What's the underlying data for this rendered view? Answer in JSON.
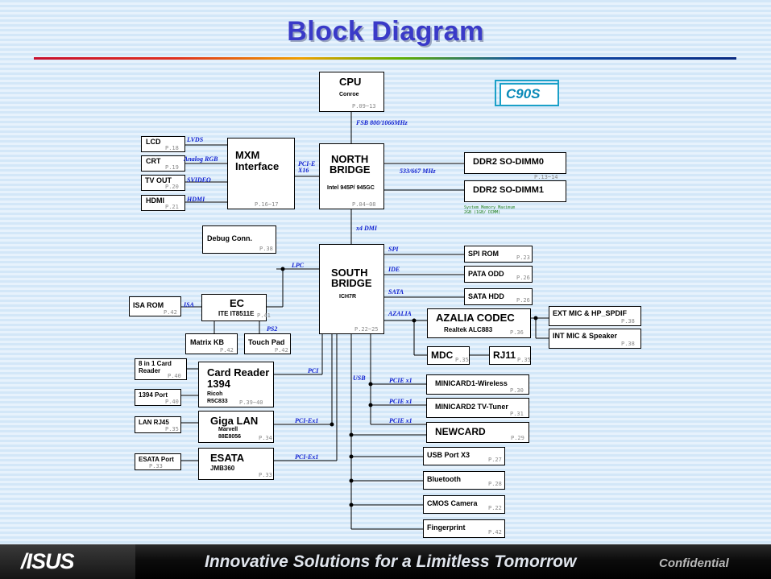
{
  "title": "Block Diagram",
  "model": "C90S",
  "footer": {
    "logo": "/ISUS",
    "slogan": "Innovative Solutions for a Limitless Tomorrow",
    "confidential": "Confidential"
  },
  "blocks": {
    "cpu": {
      "name": "CPU",
      "sub": "Conroe",
      "page": "P.09~13"
    },
    "northbridge": {
      "name1": "NORTH",
      "name2": "BRIDGE",
      "sub": "Intel 945P/ 945GC",
      "page": "P.04~08"
    },
    "southbridge": {
      "name1": "SOUTH",
      "name2": "BRIDGE",
      "sub": "ICH7R",
      "page": "P.22~25"
    },
    "mxm": {
      "name1": "MXM",
      "name2": "Interface",
      "page": "P.16~17"
    },
    "lcd": {
      "name": "LCD",
      "page": "P.18"
    },
    "crt": {
      "name": "CRT",
      "page": "P.19"
    },
    "tvout": {
      "name": "TV OUT",
      "page": "P.20"
    },
    "hdmi": {
      "name": "HDMI",
      "page": "P.21"
    },
    "dimm0": {
      "name": "DDR2 SO-DIMM0",
      "page": "P.13~14"
    },
    "dimm1": {
      "name": "DDR2 SO-DIMM1"
    },
    "debug": {
      "name": "Debug Conn.",
      "page": "P.38"
    },
    "ec": {
      "name": "EC",
      "sub": "ITE IT8511E",
      "page": "P.41"
    },
    "isarom": {
      "name": "ISA ROM",
      "page": "P.42"
    },
    "matrixkb": {
      "name": "Matrix KB",
      "page": "P.42"
    },
    "touchpad": {
      "name": "Touch Pad",
      "page": "P.42"
    },
    "spirom": {
      "name": "SPI ROM",
      "page": "P.23"
    },
    "pataodd": {
      "name": "PATA ODD",
      "page": "P.26"
    },
    "satahdd": {
      "name": "SATA HDD",
      "page": "P.26"
    },
    "azalia": {
      "name": "AZALIA CODEC",
      "sub": "Realtek ALC883",
      "page": "P.36"
    },
    "extmic": {
      "name": "EXT MIC & HP_SPDIF",
      "page": "P.38"
    },
    "intmic": {
      "name": "INT MIC & Speaker",
      "page": "P.38"
    },
    "mdc": {
      "name": "MDC",
      "page": "P.35"
    },
    "rj11": {
      "name": "RJ11",
      "page": "P.35"
    },
    "cardrdr8": {
      "name1": "8 in 1 Card",
      "name2": "Reader",
      "page": "P.40"
    },
    "cardreader": {
      "name1": "Card Reader",
      "name2": "1394",
      "sub1": "Ricoh",
      "sub2": "R5C833",
      "page": "P.39~40"
    },
    "port1394": {
      "name": "1394 Port",
      "page": "P.40"
    },
    "lanrj45": {
      "name": "LAN RJ45",
      "page": "P.35"
    },
    "gigalan": {
      "name": "Giga LAN",
      "sub1": "Marvell",
      "sub2": "88E8056",
      "page": "P.34"
    },
    "esataport": {
      "name": "ESATA Port",
      "page": "P.33"
    },
    "esata": {
      "name": "ESATA",
      "sub": "JMB360",
      "page": "P.33"
    },
    "minicard1": {
      "name": "MINICARD1-Wireless",
      "page": "P.30"
    },
    "minicard2": {
      "name": "MINICARD2 TV-Tuner",
      "page": "P.31"
    },
    "newcard": {
      "name": "NEWCARD",
      "page": "P.29"
    },
    "usbport": {
      "name": "USB Port X3",
      "page": "P.27"
    },
    "bluetooth": {
      "name": "Bluetooth",
      "page": "P.28"
    },
    "cmos": {
      "name": "CMOS Camera",
      "page": "P.22"
    },
    "fingerprint": {
      "name": "Fingerprint",
      "page": "P.42"
    }
  },
  "buses": {
    "fsb": "FSB 800/1066MHz",
    "mem": "533/667 MHz",
    "dmi": "x4 DMI",
    "pcie_x16_1": "PCI-E",
    "pcie_x16_2": "X16",
    "lvds": "LVDS",
    "analog_rgb": "Analog RGB",
    "svideo": "SVIDEO",
    "hdmi": "HDMI",
    "lpc": "LPC",
    "isa": "ISA",
    "ps2": "PS2",
    "spi": "SPI",
    "ide": "IDE",
    "sata": "SATA",
    "azalia": "AZALIA",
    "usb": "USB",
    "pcie_x1_a": "PCIE x1",
    "pcie_x1_b": "PCIE x1",
    "pcie_x1_c": "PCIE x1",
    "pci": "PCI",
    "pci_ex1_lan": "PCI-Ex1",
    "pci_ex1_esata": "PCI-Ex1"
  },
  "memory_note": {
    "line1": "System Memory Maximum",
    "line2": "2GB (1GB/ DIMM)"
  }
}
